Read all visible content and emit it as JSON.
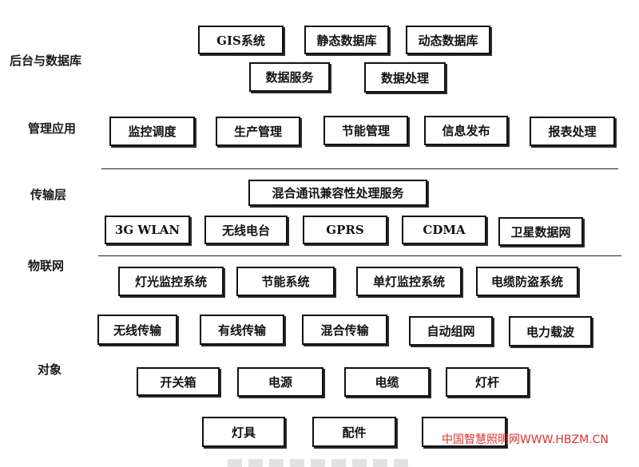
{
  "layers": {
    "backend": "后台与数据库",
    "management": "管理应用",
    "transport": "传输层",
    "iot": "物联网",
    "objects": "对象"
  },
  "backend": {
    "row1": [
      "GIS系统",
      "静态数据库",
      "动态数据库"
    ],
    "row2": [
      "数据服务",
      "数据处理"
    ]
  },
  "management": {
    "items": [
      "监控调度",
      "生产管理",
      "节能管理",
      "信息发布",
      "报表处理"
    ]
  },
  "transport": {
    "service": "混合通讯兼容性处理服务",
    "networks": [
      "3G WLAN",
      "无线电台",
      "GPRS",
      "CDMA",
      "卫星数据网"
    ]
  },
  "iot": {
    "systems": [
      "灯光监控系统",
      "节能系统",
      "单灯监控系统",
      "电缆防盗系统"
    ],
    "transmission": [
      "无线传输",
      "有线传输",
      "混合传输",
      "自动组网",
      "电力载波"
    ]
  },
  "objects": {
    "row1": [
      "开关箱",
      "电源",
      "电缆",
      "灯杆"
    ],
    "row2": [
      "灯具",
      "配件",
      ""
    ]
  },
  "watermark": "中国智慧照明网WWW.HBZM.CN",
  "colors": {
    "border": "#111111",
    "watermark": "#e03030"
  }
}
